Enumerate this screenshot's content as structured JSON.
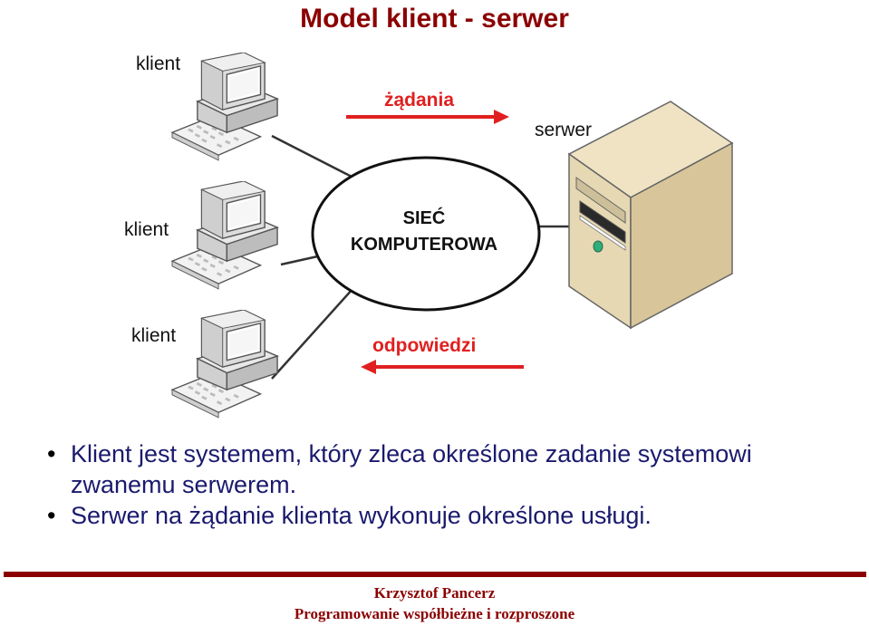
{
  "title": "Model klient - serwer",
  "diagram": {
    "network_line1": "SIEĆ",
    "network_line2": "KOMPUTEROWA",
    "client_labels": [
      "klient",
      "klient",
      "klient"
    ],
    "server_label": "serwer",
    "requests_label": "żądania",
    "responses_label": "odpowiedzi"
  },
  "bullets": [
    "Klient jest systemem, który zleca określone zadanie systemowi zwanemu serwerem.",
    "Serwer na żądanie klienta wykonuje określone usługi."
  ],
  "footer": {
    "author": "Krzysztof Pancerz",
    "course": "Programowanie współbieżne i rozproszone"
  },
  "colors": {
    "title": "#8b0000",
    "arrow": "#e02020",
    "bullet_text": "#1a1a6e"
  }
}
